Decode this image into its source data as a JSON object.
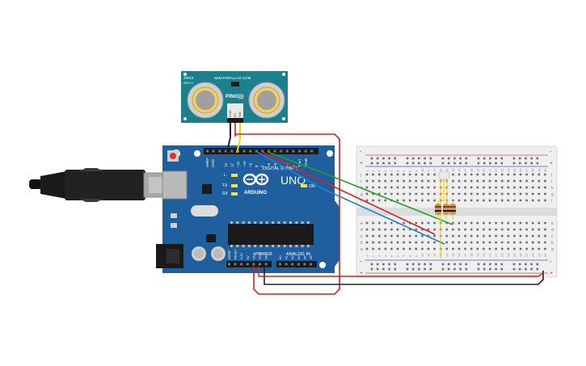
{
  "sensor": {
    "brand": "www.PARALLAX.COM",
    "model": "28015",
    "rev": "REV C",
    "name": "PING)))",
    "pins": [
      "GND",
      "5V",
      "SIG"
    ],
    "board_color": "#1b7f8c"
  },
  "arduino": {
    "brand": "ARDUINO",
    "model": "UNO",
    "logo": "infinity-icon",
    "digital_label": "DIGITAL (PWM~)",
    "power_label": "POWER",
    "analog_label": "ANALOG IN",
    "on_label": "ON",
    "aref": "AREF",
    "gnd": "GND",
    "digital_pins": [
      "13",
      "12",
      "~11",
      "~10",
      "~9",
      "8",
      "7",
      "~6",
      "~5",
      "4",
      "~3",
      "2",
      "TX▸1",
      "RX◂0"
    ],
    "power_pins": [
      "IOREF",
      "RESET",
      "3.3V",
      "5V",
      "GND",
      "GND",
      "Vin"
    ],
    "analog_pins": [
      "A0",
      "A1",
      "A2",
      "A3",
      "A4",
      "A5"
    ],
    "leds": [
      "L",
      "TX",
      "RX"
    ],
    "board_color": "#1f5f9e"
  },
  "breadboard": {
    "plus": "+",
    "minus": "-",
    "row_letters_top": [
      "j",
      "i",
      "h",
      "g",
      "f"
    ],
    "row_letters_bottom": [
      "e",
      "d",
      "c",
      "b",
      "a"
    ],
    "column_numbers": [
      "1",
      "2",
      "3",
      "4",
      "5",
      "6",
      "7",
      "8",
      "9",
      "10",
      "11",
      "12",
      "13",
      "14",
      "15",
      "16",
      "17",
      "18",
      "19",
      "20",
      "21",
      "22",
      "23",
      "24",
      "25",
      "26",
      "27",
      "28",
      "29",
      "30"
    ]
  },
  "wires": {
    "red": "#d92020",
    "black": "#222222",
    "green": "#22a022",
    "blue": "#1f7fd8",
    "yellow": "#f2d200"
  }
}
